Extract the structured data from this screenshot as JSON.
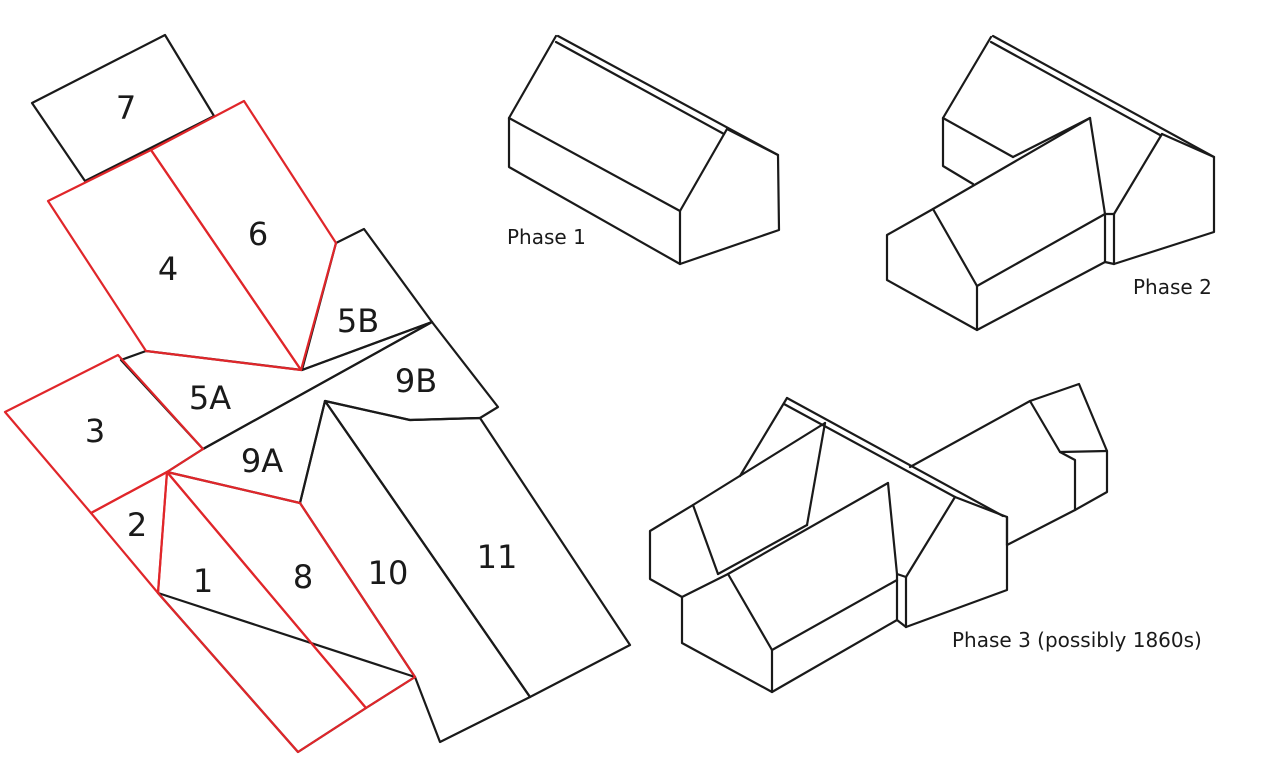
{
  "colors": {
    "outline": "#1a1a1a",
    "highlight": "#e0262a",
    "background": "#ffffff"
  },
  "plan": {
    "labels": {
      "l7": "7",
      "l6": "6",
      "l4": "4",
      "l5b": "5B",
      "l5a": "5A",
      "l9b": "9B",
      "l3": "3",
      "l9a": "9A",
      "l2": "2",
      "l1": "1",
      "l8": "8",
      "l10": "10",
      "l11": "11"
    }
  },
  "phases": {
    "phase1": "Phase 1",
    "phase2": "Phase 2",
    "phase3": "Phase 3 (possibly 1860s)"
  }
}
